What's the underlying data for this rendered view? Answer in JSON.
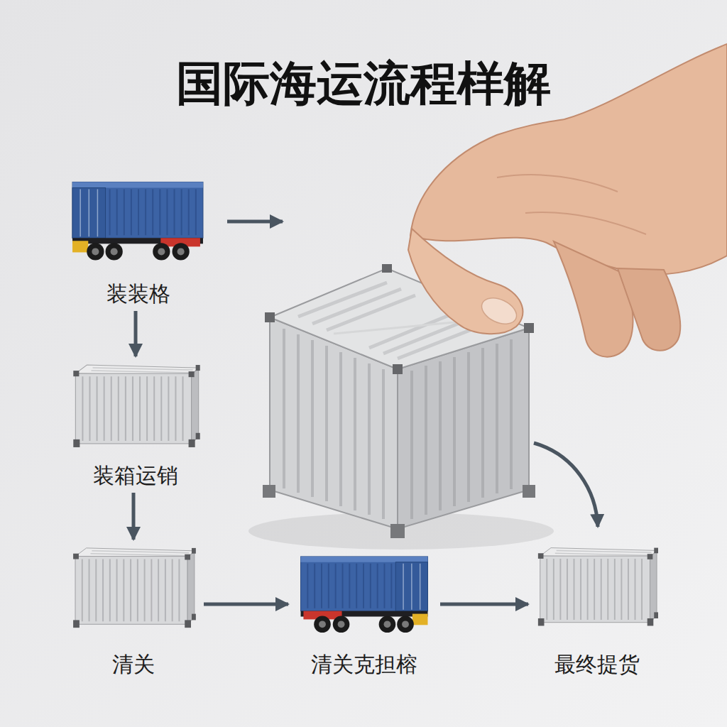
{
  "diagram": {
    "title": "国际海运流程样解",
    "nodes": [
      {
        "text": [
          "装装格"
        ]
      },
      {
        "text": [
          "装箱运销"
        ]
      },
      {
        "text": [
          "清关"
        ]
      },
      {
        "text": [
          "清关克担榕"
        ]
      },
      {
        "text": [
          "最终提货"
        ]
      }
    ],
    "edges": [
      {
        "from": 0,
        "to": 1,
        "arrow": "to"
      },
      {
        "from": 1,
        "to": 2,
        "arrow": "to"
      },
      {
        "from": 2,
        "to": 3,
        "arrow": "to"
      },
      {
        "from": 3,
        "to": 4,
        "arrow": "to"
      }
    ]
  }
}
